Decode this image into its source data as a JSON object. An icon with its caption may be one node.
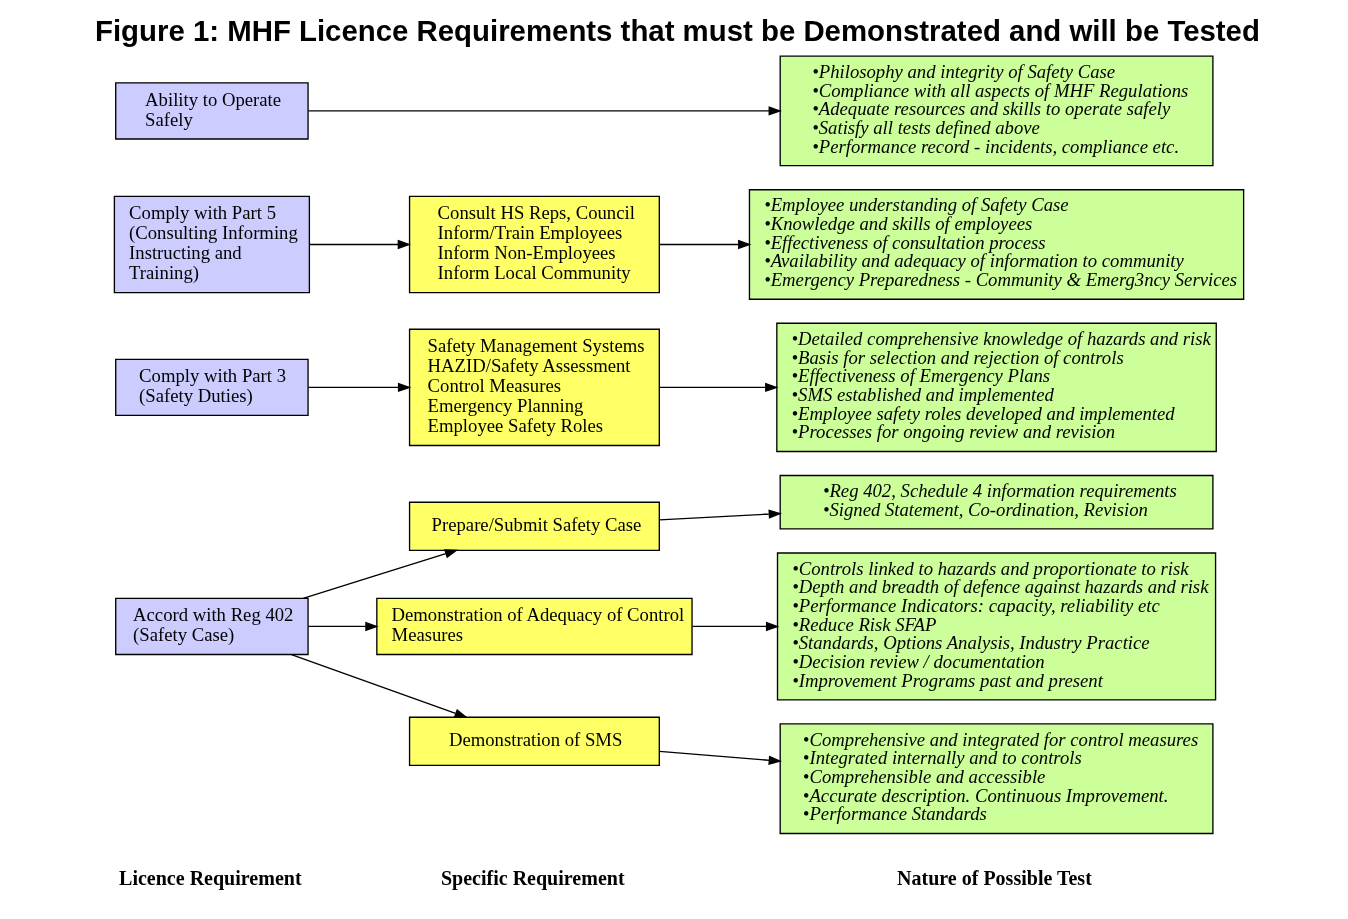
{
  "diagram": {
    "title": "Figure 1: MHF Licence Requirements that must be Demonstrated and will be Tested",
    "nodes": [
      {
        "text": [
          "Accord with Reg 402 (Safety Case)"
        ]
      },
      {
        "text": [
          "Prepare/Submit Safety Case"
        ]
      },
      {
        "text": [
          "•Reg 402, Schedule 4 information requirements",
          "•Signed Statement, Co-ordination, Revision"
        ]
      },
      {
        "text": [
          "Demonstration of Adequacy of Control Measures"
        ]
      },
      {
        "text": [
          "•Controls linked to hazards and proportionate to risk",
          "•Depth and breadth of defence against hazards and risk",
          "•Performance Indicators: capacity, reliability etc",
          "•Reduce Risk SFAP",
          "•Standards, Options Analysis, Industry Practice",
          "•Decision review / documentation",
          "•Improvement Programs past and present"
        ]
      },
      {
        "text": [
          "Demonstration of SMS"
        ]
      },
      {
        "text": [
          "•Comprehensive and integrated for control measures",
          "•Integrated internally and to controls",
          "•Comprehensible and accessible",
          "•Accurate description. Continuous Improvement.",
          "•Performance Standards"
        ]
      },
      {
        "text": [
          "Comply with Part 3 (Safety Duties)"
        ]
      },
      {
        "text": [
          "Safety Management Systems",
          "HAZID/Safety Assessment",
          "Control Measures",
          "Emergency Planning",
          "Employee Safety Roles"
        ]
      },
      {
        "text": [
          "•Detailed comprehensive knowledge of hazards and risk",
          "•Basis for selection and rejection of controls",
          "•Effectiveness of Emergency Plans",
          "•SMS established and implemented",
          "•Employee safety roles developed and implemented",
          "•Processes for ongoing review and revision"
        ]
      },
      {
        "text": [
          "Comply with Part 5 (Consulting Informing Instructing and Training)"
        ]
      },
      {
        "text": [
          "Consult HS Reps, Council",
          "Inform/Train Employees",
          "Inform Non-Employees",
          "Inform Local Community"
        ]
      },
      {
        "text": [
          "•Employee understanding of Safety Case",
          "•Knowledge and skills of employees",
          "•Effectiveness of consultation process",
          "•Availability and adequacy of information to community",
          "•Emergency Preparedness - Community & Emerg3ncy Services"
        ]
      },
      {
        "text": [
          "Ability to Operate Safely"
        ]
      },
      {
        "text": [
          "•Philosophy and integrity of Safety Case",
          "•Compliance with all aspects of MHF Regulations",
          "•Adequate resources and skills to operate safely",
          "•Satisfy all tests defined above",
          "•Performance record - incidents, compliance etc."
        ]
      }
    ],
    "edges": [
      {
        "from": 0,
        "to": 1,
        "arrow": "to"
      },
      {
        "from": 0,
        "to": 3,
        "arrow": "to"
      },
      {
        "from": 0,
        "to": 5,
        "arrow": "to"
      },
      {
        "from": 1,
        "to": 2,
        "arrow": "to"
      },
      {
        "from": 3,
        "to": 4,
        "arrow": "to"
      },
      {
        "from": 5,
        "to": 6,
        "arrow": "to"
      },
      {
        "from": 7,
        "to": 8,
        "arrow": "to"
      },
      {
        "from": 8,
        "to": 9,
        "arrow": "to"
      },
      {
        "from": 10,
        "to": 11,
        "arrow": "to"
      },
      {
        "from": 11,
        "to": 12,
        "arrow": "to"
      },
      {
        "from": 13,
        "to": 14,
        "arrow": "to"
      }
    ],
    "labels": [
      "Licence Requirement",
      "Specific Requirement",
      "Nature of Possible Test"
    ]
  }
}
